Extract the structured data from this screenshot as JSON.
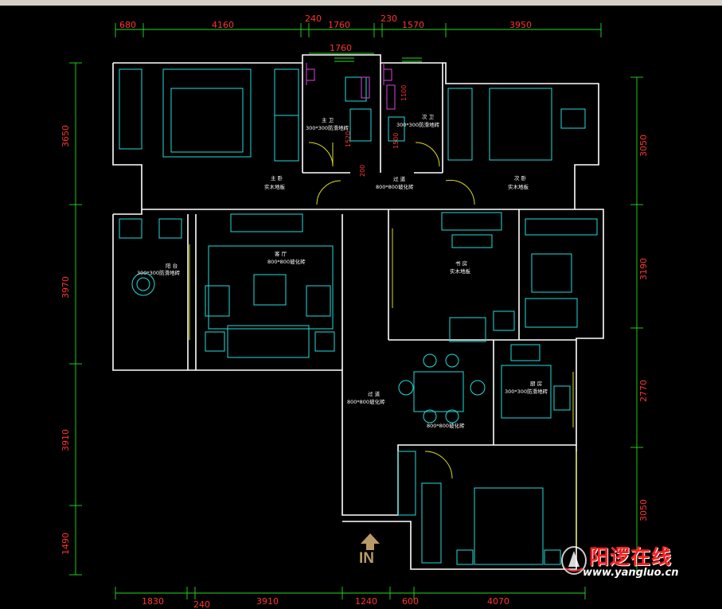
{
  "dimensions": {
    "top": [
      "680",
      "4160",
      "240",
      "1760",
      "230",
      "1570",
      "3950"
    ],
    "top_inner": [
      "1760"
    ],
    "bottom": [
      "1830",
      "240",
      "3910",
      "1240",
      "600",
      "4070"
    ],
    "left": [
      "3650",
      "3970",
      "3910",
      "1490"
    ],
    "right": [
      "3050",
      "3190",
      "2770",
      "3050"
    ],
    "vertical_inner": [
      "1520",
      "1100",
      "200",
      "1500"
    ]
  },
  "rooms": {
    "master_bedroom": {
      "name": "主 卧",
      "floor": "实木地板"
    },
    "master_bath": {
      "name": "主 卫",
      "floor": "300*300防滑地砖"
    },
    "guest_bath": {
      "name": "次 卫",
      "floor": "300*300防滑地砖"
    },
    "hall_top": {
      "name": "过 道",
      "floor": "800*800玻化砖"
    },
    "second_bedroom": {
      "name": "次 卧",
      "floor": "实木地板"
    },
    "balcony": {
      "name": "阳 台",
      "floor": "300*300防滑地砖"
    },
    "living": {
      "name": "客 厅",
      "floor": "800*800玻化砖"
    },
    "study": {
      "name": "书 房",
      "floor": "实木地板"
    },
    "kitchen": {
      "name": "厨 房",
      "floor": "300*300防滑地砖"
    },
    "hall_mid": {
      "name": "过 道",
      "floor": "800*800玻化砖"
    },
    "dining_floor": {
      "floor": "800*800玻化砖"
    }
  },
  "entrance": {
    "label": "IN"
  },
  "watermark": {
    "name_cn": "阳逻在线",
    "url": "www.yangluo.cn"
  },
  "colors": {
    "wall": "#ffffff",
    "dimension": "#22dd22",
    "dimension_text": "#ff3333",
    "furniture": "#22dddd",
    "fixture": "#dd44dd",
    "door": "#dddd22",
    "entrance": "#b89a6a"
  }
}
